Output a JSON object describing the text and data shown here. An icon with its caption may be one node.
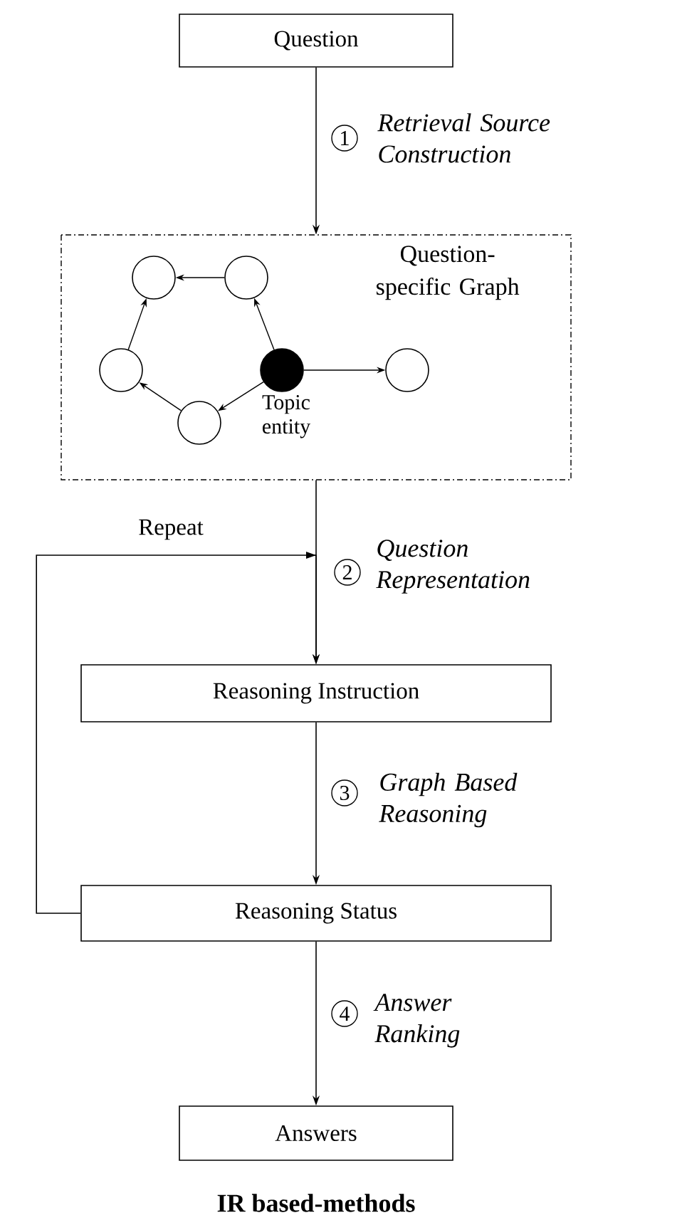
{
  "diagram": {
    "title": "IR based-methods",
    "nodes": [
      {
        "text": [
          "Question"
        ]
      },
      {
        "text": [
          "Question-specific Graph"
        ]
      },
      {
        "text": [],
        "shape": "circle",
        "in": 1,
        "beside": [
          "Topic entity"
        ]
      },
      {
        "text": [],
        "shape": "circle",
        "in": 1
      },
      {
        "text": [],
        "shape": "circle",
        "in": 1
      },
      {
        "text": [],
        "shape": "circle",
        "in": 1
      },
      {
        "text": [],
        "shape": "circle",
        "in": 1
      },
      {
        "text": [],
        "shape": "circle",
        "in": 1
      },
      {
        "text": [
          "Reasoning Instruction"
        ]
      },
      {
        "text": [
          "Reasoning Status"
        ]
      },
      {
        "text": [
          "Answers"
        ]
      }
    ],
    "edges": [
      {
        "from": 0,
        "to": 1,
        "arrow": "to",
        "label": "Retrieval Source Construction"
      },
      {
        "from": 2,
        "to": 4,
        "arrow": "to"
      },
      {
        "from": 4,
        "to": 3,
        "arrow": "to"
      },
      {
        "from": 5,
        "to": 3,
        "arrow": "to"
      },
      {
        "from": 6,
        "to": 5,
        "arrow": "to"
      },
      {
        "from": 2,
        "to": 6,
        "arrow": "to"
      },
      {
        "from": 2,
        "to": 7,
        "arrow": "to"
      },
      {
        "from": 1,
        "to": 8,
        "arrow": "to",
        "label": "Question Representation"
      },
      {
        "from": 8,
        "to": 9,
        "arrow": "to",
        "label": "Graph Based Reasoning"
      },
      {
        "from": 9,
        "to": 8,
        "arrow": "to",
        "label": "Repeat"
      },
      {
        "from": 9,
        "to": 10,
        "arrow": "to",
        "label": "Answer Ranking"
      }
    ],
    "labels": [
      "1",
      "2",
      "3",
      "4"
    ]
  }
}
